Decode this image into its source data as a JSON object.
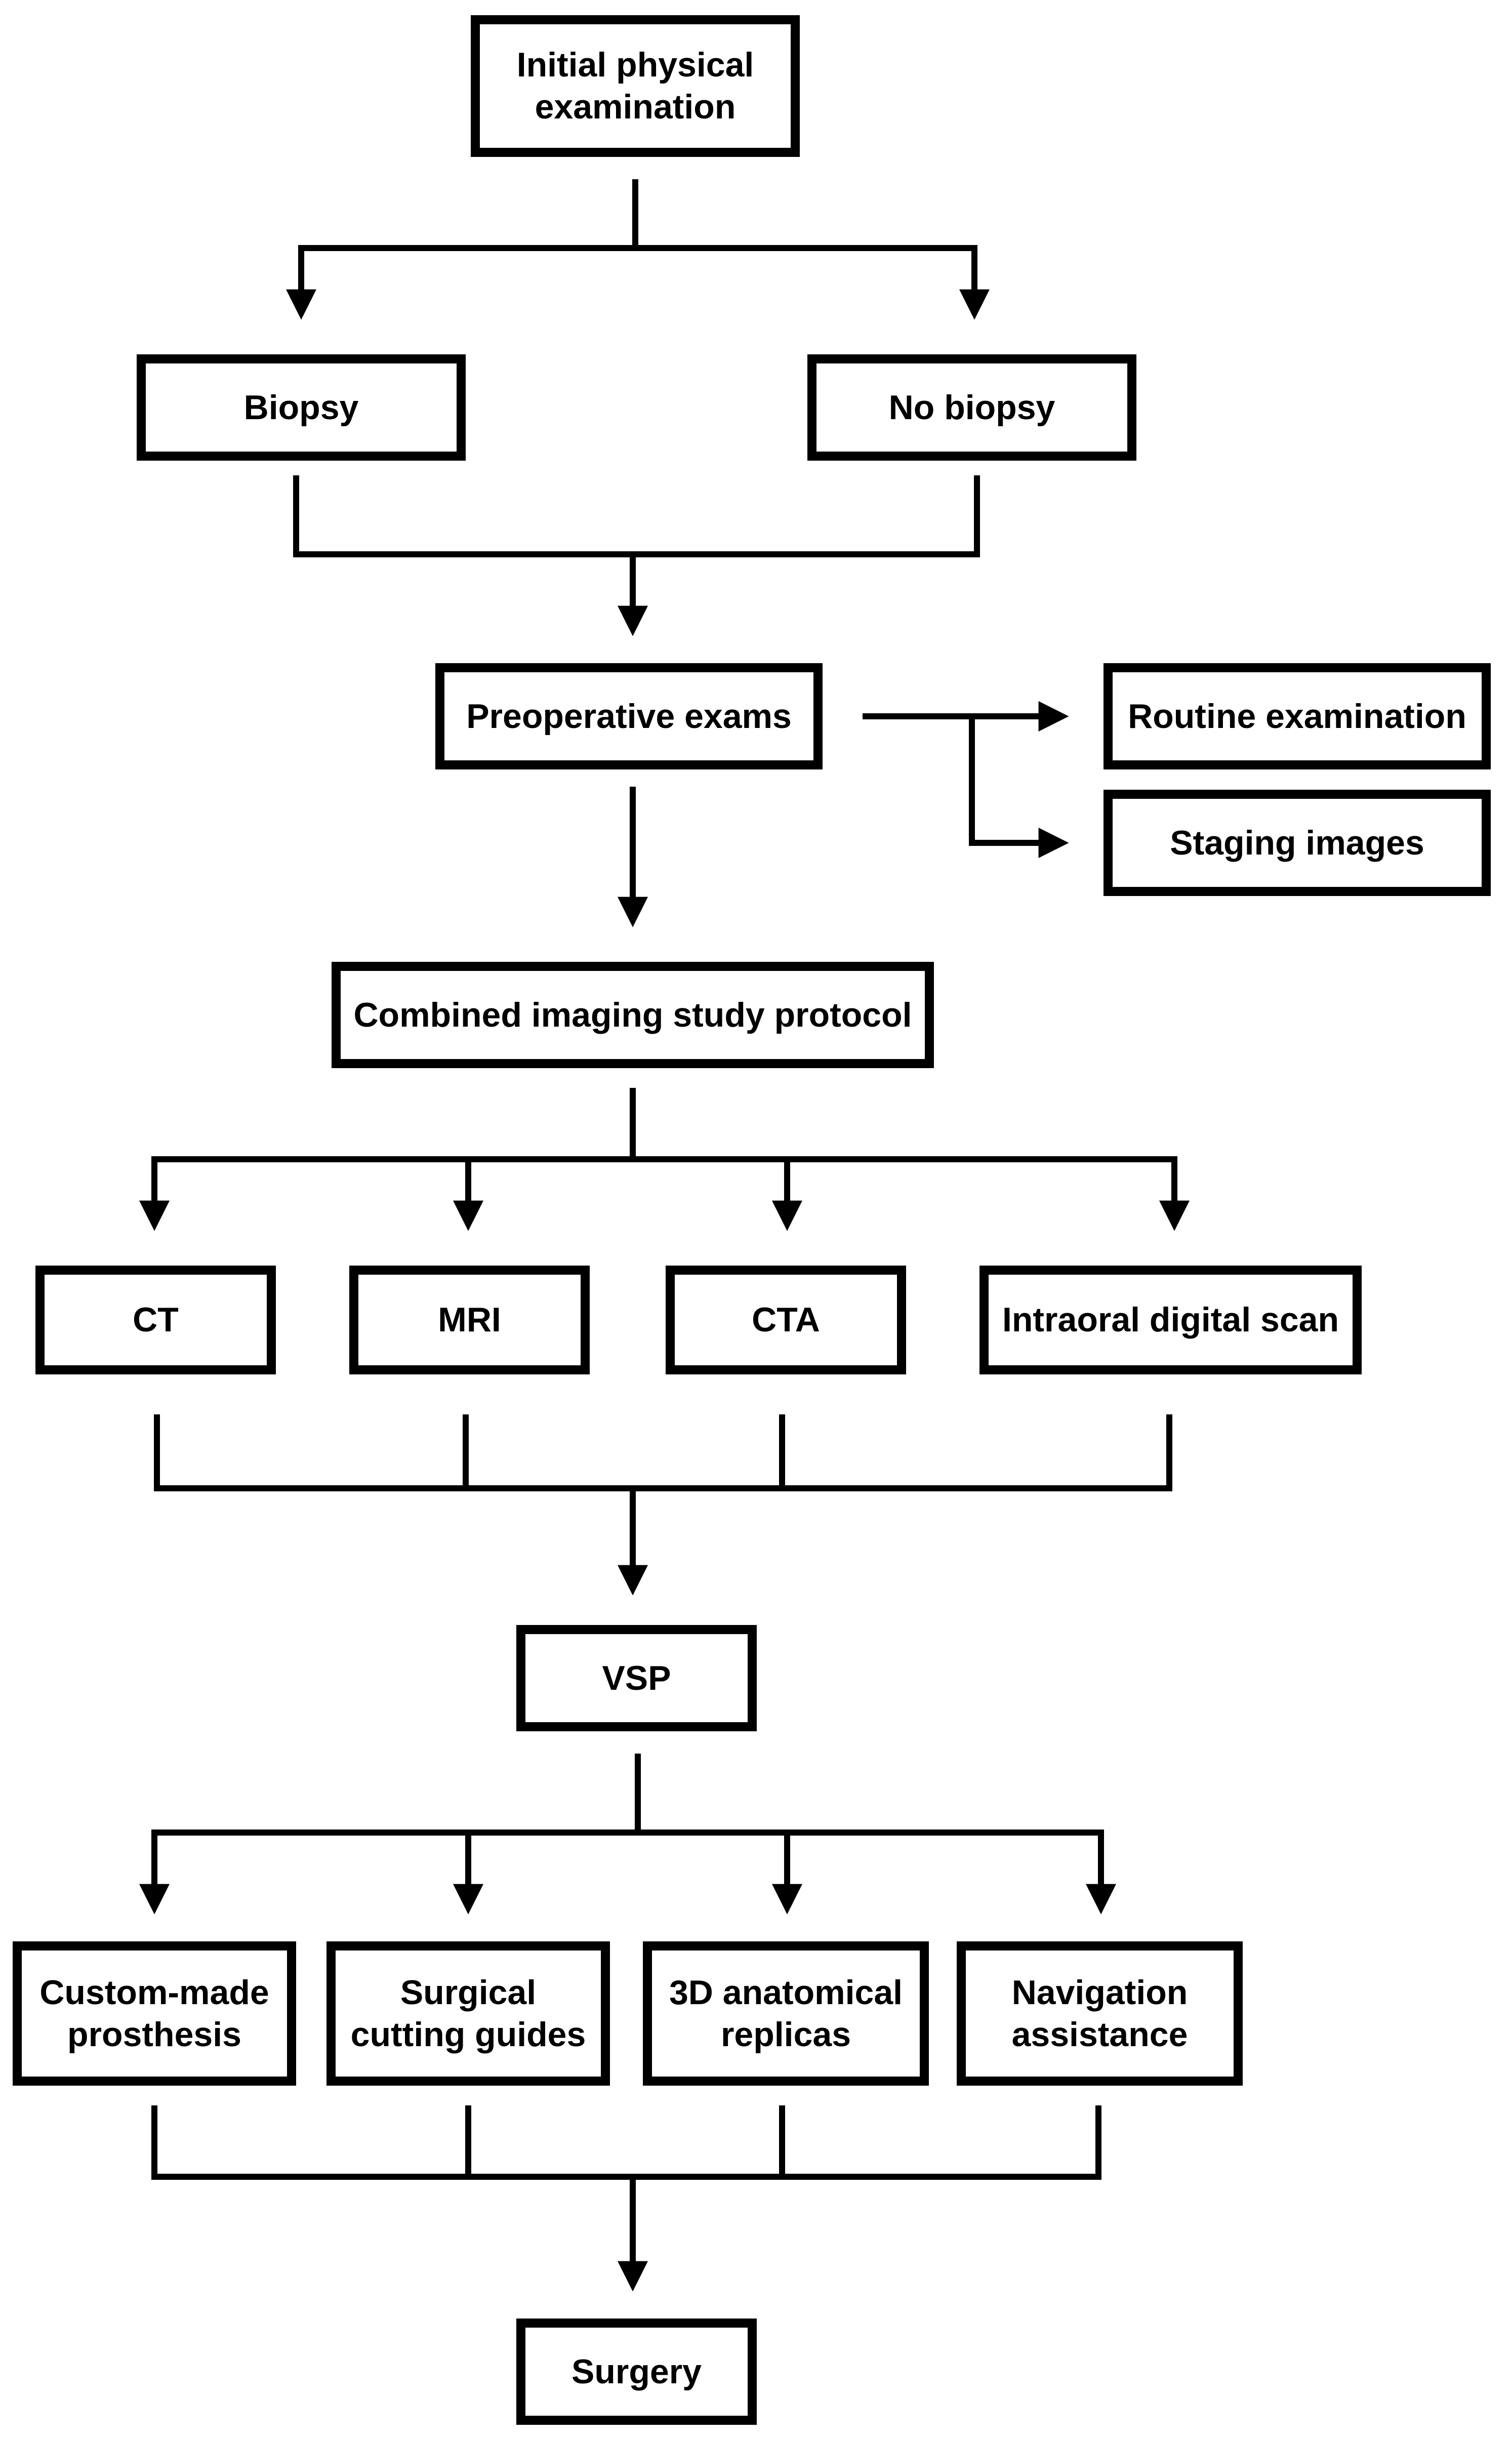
{
  "nodes": {
    "initial_exam": "Initial physical\nexamination",
    "biopsy": "Biopsy",
    "no_biopsy": "No biopsy",
    "preoperative_exams": "Preoperative exams",
    "routine_examination": "Routine examination",
    "staging_images": "Staging images",
    "combined_protocol": "Combined imaging study protocol",
    "ct": "CT",
    "mri": "MRI",
    "cta": "CTA",
    "intraoral_scan": "Intraoral digital scan",
    "vsp": "VSP",
    "custom_prosthesis": "Custom-made\nprosthesis",
    "cutting_guides": "Surgical\ncutting guides",
    "anatomical_replicas": "3D anatomical\nreplicas",
    "navigation": "Navigation\nassistance",
    "surgery": "Surgery"
  },
  "colors": {
    "line": "#000000",
    "box_fill": "#ffffff",
    "text": "#000000"
  }
}
